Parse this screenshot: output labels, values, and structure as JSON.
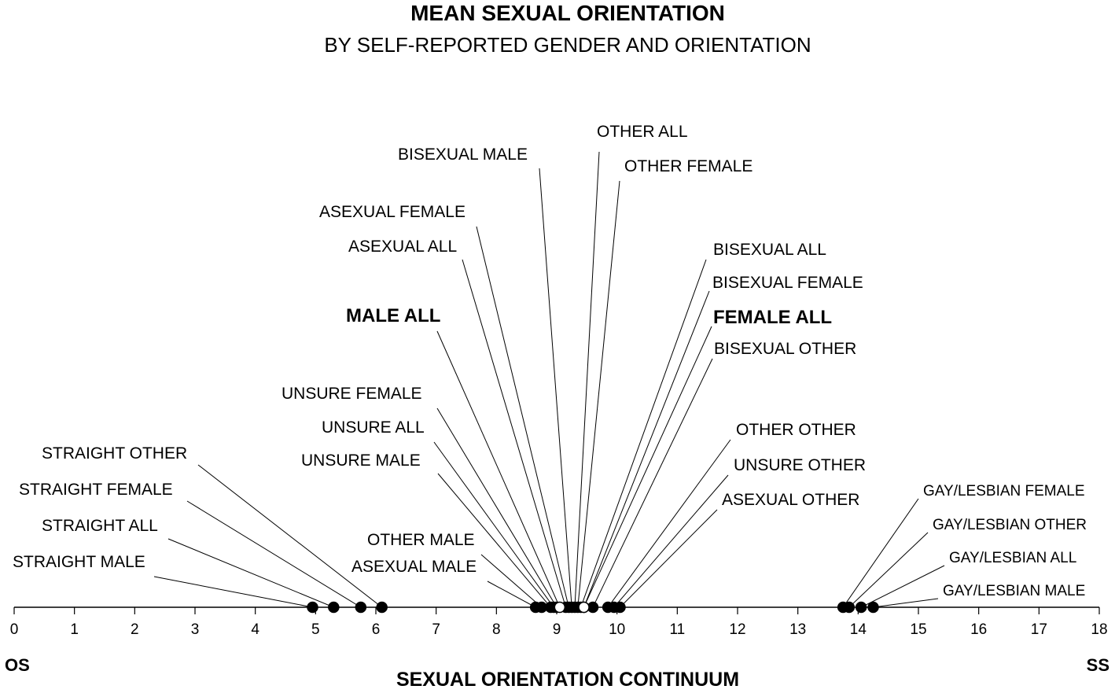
{
  "chart_data": {
    "type": "scatter",
    "title": "MEAN SEXUAL ORIENTATION",
    "subtitle": "BY SELF-REPORTED GENDER AND ORIENTATION",
    "xlabel": "SEXUAL ORIENTATION CONTINUUM",
    "left_end_label": "OS",
    "right_end_label": "SS",
    "xlim": [
      0,
      18
    ],
    "x_ticks": [
      "0",
      "1",
      "2",
      "3",
      "4",
      "5",
      "6",
      "7",
      "8",
      "9",
      "10",
      "11",
      "12",
      "13",
      "14",
      "15",
      "16",
      "17",
      "18"
    ],
    "grid": false,
    "points": [
      {
        "label": "STRAIGHT MALE",
        "x": 4.95,
        "fill": "#000000",
        "bold": false
      },
      {
        "label": "STRAIGHT ALL",
        "x": 5.3,
        "fill": "#000000",
        "bold": false
      },
      {
        "label": "STRAIGHT FEMALE",
        "x": 5.75,
        "fill": "#000000",
        "bold": false
      },
      {
        "label": "STRAIGHT OTHER",
        "x": 6.1,
        "fill": "#000000",
        "bold": false
      },
      {
        "label": "ASEXUAL MALE",
        "x": 8.65,
        "fill": "#000000",
        "bold": false
      },
      {
        "label": "OTHER MALE",
        "x": 8.75,
        "fill": "#000000",
        "bold": false
      },
      {
        "label": "UNSURE MALE",
        "x": 8.9,
        "fill": "#000000",
        "bold": false
      },
      {
        "label": "UNSURE ALL",
        "x": 8.95,
        "fill": "#000000",
        "bold": false
      },
      {
        "label": "UNSURE FEMALE",
        "x": 9.0,
        "fill": "#000000",
        "bold": false
      },
      {
        "label": "MALE ALL",
        "x": 9.05,
        "fill": "#ffffff",
        "bold": true
      },
      {
        "label": "ASEXUAL ALL",
        "x": 9.15,
        "fill": "#000000",
        "bold": false
      },
      {
        "label": "ASEXUAL FEMALE",
        "x": 9.2,
        "fill": "#000000",
        "bold": false
      },
      {
        "label": "BISEXUAL MALE",
        "x": 9.25,
        "fill": "#000000",
        "bold": false
      },
      {
        "label": "OTHER ALL",
        "x": 9.3,
        "fill": "#000000",
        "bold": false
      },
      {
        "label": "OTHER FEMALE",
        "x": 9.35,
        "fill": "#000000",
        "bold": false
      },
      {
        "label": "BISEXUAL ALL",
        "x": 9.4,
        "fill": "#000000",
        "bold": false
      },
      {
        "label": "BISEXUAL FEMALE",
        "x": 9.45,
        "fill": "#000000",
        "bold": false
      },
      {
        "label": "FEMALE ALL",
        "x": 9.45,
        "fill": "#ffffff",
        "bold": true
      },
      {
        "label": "BISEXUAL OTHER",
        "x": 9.6,
        "fill": "#000000",
        "bold": false
      },
      {
        "label": "OTHER OTHER",
        "x": 9.85,
        "fill": "#000000",
        "bold": false
      },
      {
        "label": "UNSURE OTHER",
        "x": 9.95,
        "fill": "#000000",
        "bold": false
      },
      {
        "label": "ASEXUAL OTHER",
        "x": 10.05,
        "fill": "#000000",
        "bold": false
      },
      {
        "label": "GAY/LESBIAN FEMALE",
        "x": 13.75,
        "fill": "#000000",
        "bold": false
      },
      {
        "label": "GAY/LESBIAN OTHER",
        "x": 13.85,
        "fill": "#000000",
        "bold": false
      },
      {
        "label": "GAY/LESBIAN ALL",
        "x": 14.05,
        "fill": "#000000",
        "bold": false
      },
      {
        "label": "GAY/LESBIAN MALE",
        "x": 14.25,
        "fill": "#000000",
        "bold": false
      }
    ]
  }
}
